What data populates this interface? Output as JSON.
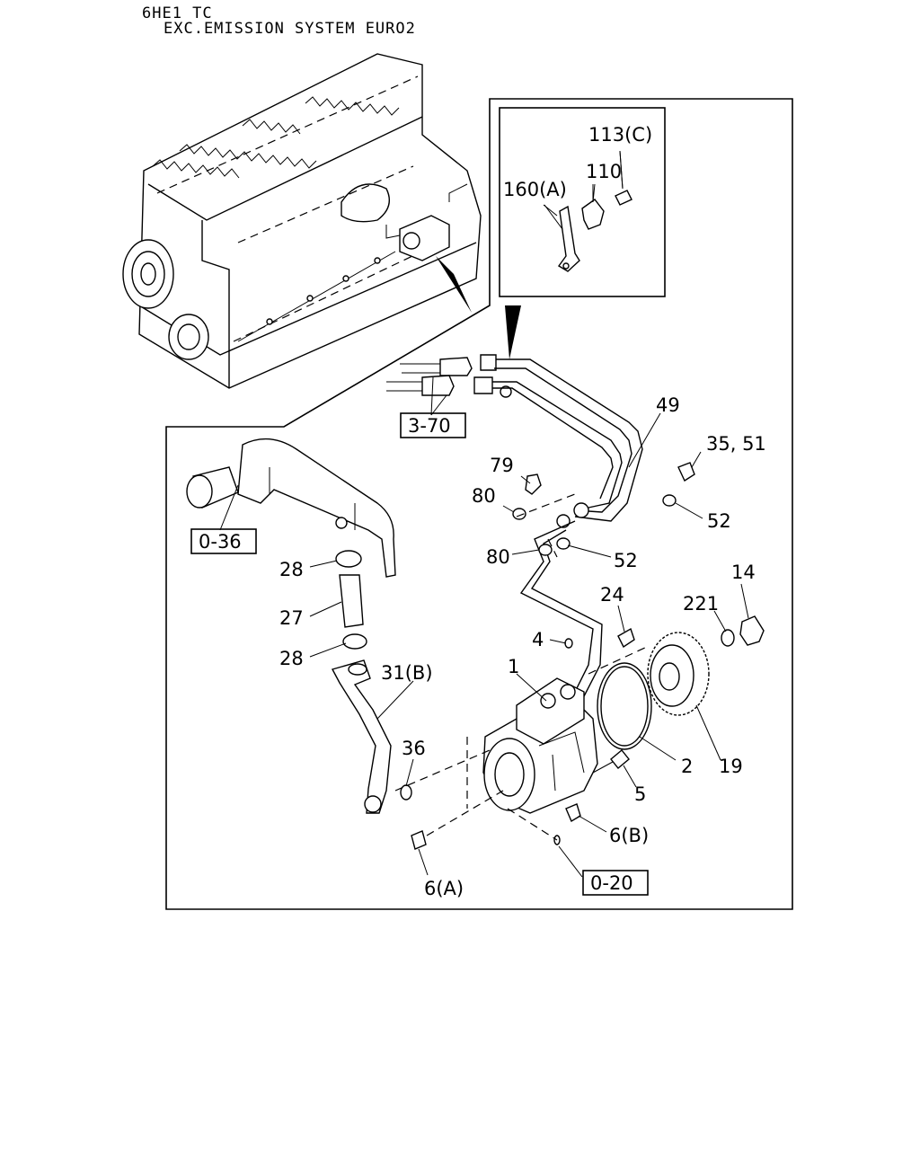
{
  "header": {
    "model": "6HE1 TC",
    "variant": "EXC.EMISSION SYSTEM EURO2"
  },
  "callouts": {
    "p113c": "113(C)",
    "p110": "110",
    "p160a": "160(A)",
    "p49": "49",
    "p35_51": "35, 51",
    "p79": "79",
    "p80a": "80",
    "p52a": "52",
    "p80b": "80",
    "p52b": "52",
    "p28a": "28",
    "p27": "27",
    "p28b": "28",
    "p24": "24",
    "p14": "14",
    "p221": "221",
    "p4": "4",
    "p1": "1",
    "p31b": "31(B)",
    "p36": "36",
    "p2": "2",
    "p19": "19",
    "p5": "5",
    "p6b": "6(B)",
    "p6a": "6(A)"
  },
  "refs": {
    "r3_70": "3-70",
    "r0_36": "0-36",
    "r0_20": "0-20"
  }
}
